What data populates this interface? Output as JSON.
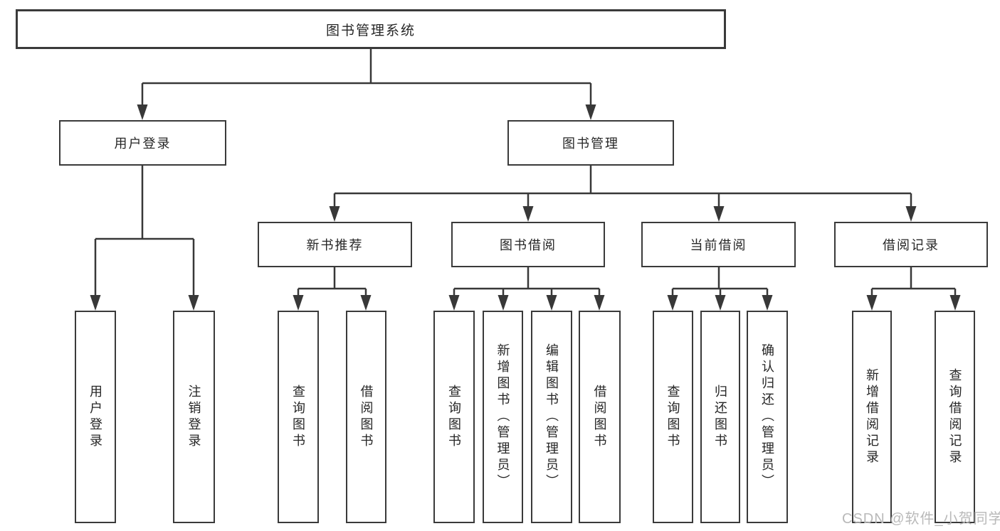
{
  "root": {
    "label": "图书管理系统"
  },
  "level2": {
    "user_login": {
      "label": "用户登录",
      "children": [
        {
          "label": "用户登录"
        },
        {
          "label": "注销登录"
        }
      ]
    },
    "book_management": {
      "label": "图书管理",
      "children": [
        {
          "label": "新书推荐",
          "children": [
            {
              "label": "查询图书"
            },
            {
              "label": "借阅图书"
            }
          ]
        },
        {
          "label": "图书借阅",
          "children": [
            {
              "label": "查询图书"
            },
            {
              "label": "新增图书（管理员）"
            },
            {
              "label": "编辑图书（管理员）"
            },
            {
              "label": "借阅图书"
            }
          ]
        },
        {
          "label": "当前借阅",
          "children": [
            {
              "label": "查询图书"
            },
            {
              "label": "归还图书"
            },
            {
              "label": "确认归还（管理员）"
            }
          ]
        },
        {
          "label": "借阅记录",
          "children": [
            {
              "label": "新增借阅记录"
            },
            {
              "label": "查询借阅记录"
            }
          ]
        }
      ]
    }
  },
  "watermark": {
    "text": "CSDN @软件_小贺同学"
  },
  "colors": {
    "line": "#383838",
    "box_border": "#3a3a3a",
    "box_bg": "#ffffff",
    "text": "#262626",
    "watermark": "#b9b9b9"
  }
}
